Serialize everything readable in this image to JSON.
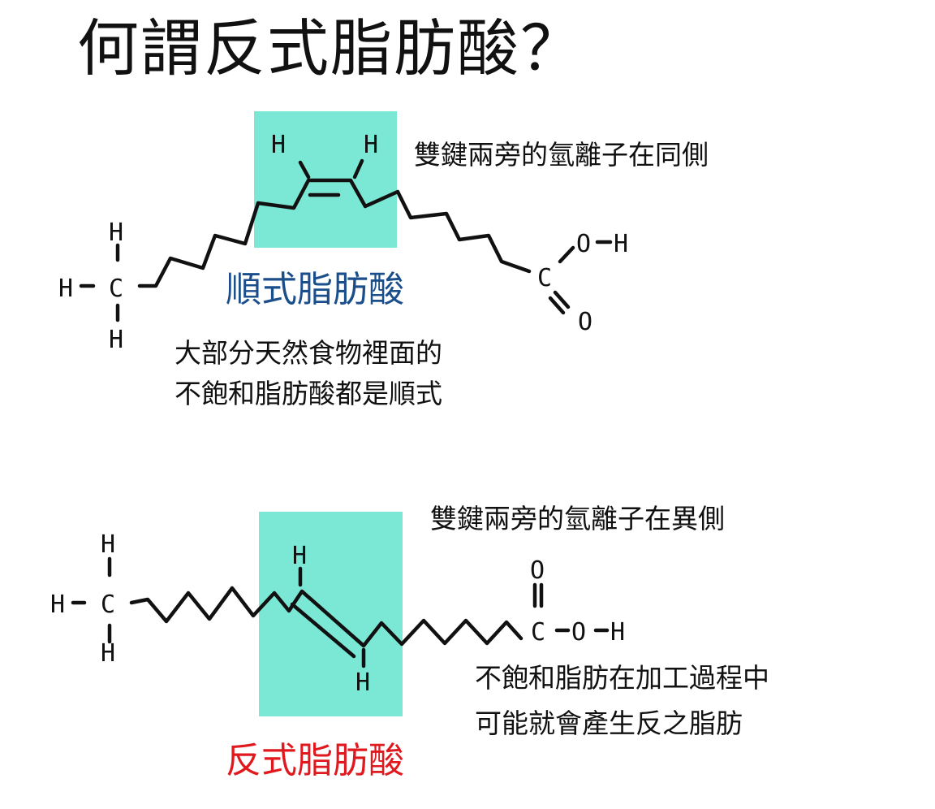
{
  "title": "何謂反式脂肪酸？",
  "colors": {
    "highlight": "#7ae8d4",
    "cis_label": "#1b4f8c",
    "trans_label": "#e0191f"
  },
  "cis": {
    "name": "順式脂肪酸",
    "note": "雙鍵兩旁的氫離子在同側",
    "description": [
      "大部分天然食物裡面的",
      "不飽和脂肪酸都是順式"
    ]
  },
  "trans": {
    "name": "反式脂肪酸",
    "note": "雙鍵兩旁的氫離子在異側",
    "description": [
      "不飽和脂肪在加工過程中",
      "可能就會產生反之脂肪"
    ]
  },
  "atoms": {
    "h": "H",
    "c": "C",
    "o": "O"
  }
}
